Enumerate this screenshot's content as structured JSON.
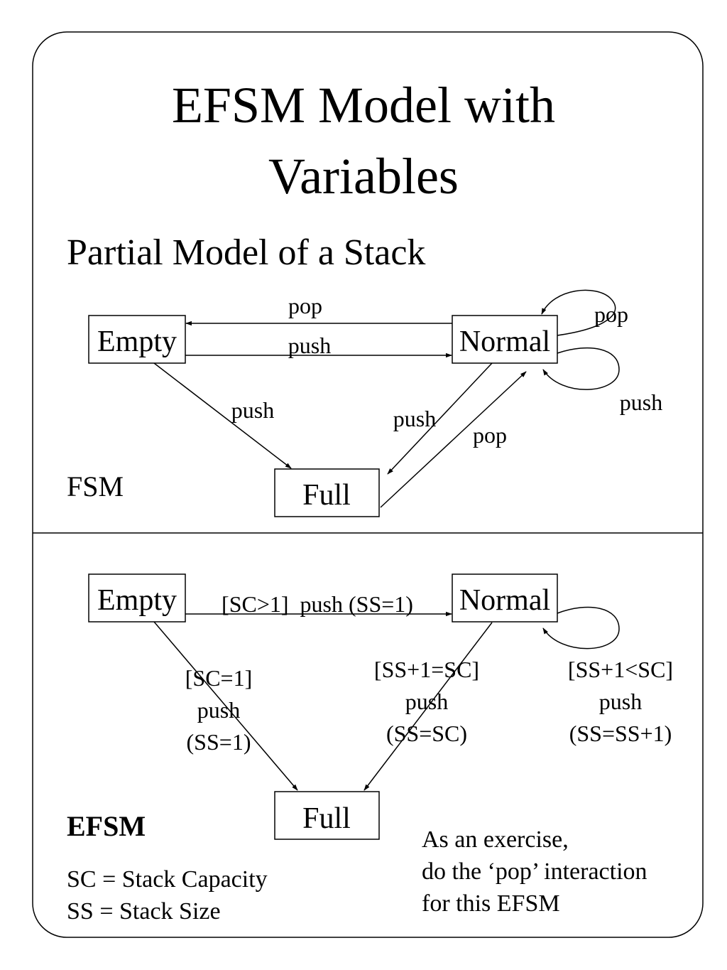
{
  "slide": {
    "title_line1": "EFSM Model with",
    "title_line2": "Variables",
    "subtitle": "Partial Model of a Stack"
  },
  "fsm": {
    "label": "FSM",
    "states": {
      "empty": "Empty",
      "normal": "Normal",
      "full": "Full"
    },
    "transitions": {
      "normal_to_empty": "pop",
      "empty_to_normal": "push",
      "normal_self_pop": "pop",
      "normal_self_push": "push",
      "empty_to_full": "push",
      "normal_to_full": "push",
      "full_to_normal": "pop"
    }
  },
  "efsm": {
    "label": "EFSM",
    "states": {
      "empty": "Empty",
      "normal": "Normal",
      "full": "Full"
    },
    "transitions": {
      "empty_to_normal": "[SC>1]  push (SS=1)",
      "empty_to_full": [
        "[SC=1]",
        "push",
        "(SS=1)"
      ],
      "normal_to_full": [
        "[SS+1=SC]",
        "push",
        "(SS=SC)"
      ],
      "normal_self": [
        "[SS+1<SC]",
        "push",
        "(SS=SS+1)"
      ]
    },
    "legend": [
      "SC = Stack Capacity",
      "SS = Stack Size"
    ],
    "exercise": [
      "As an exercise,",
      "do the ‘pop’ interaction",
      "for this EFSM"
    ]
  }
}
